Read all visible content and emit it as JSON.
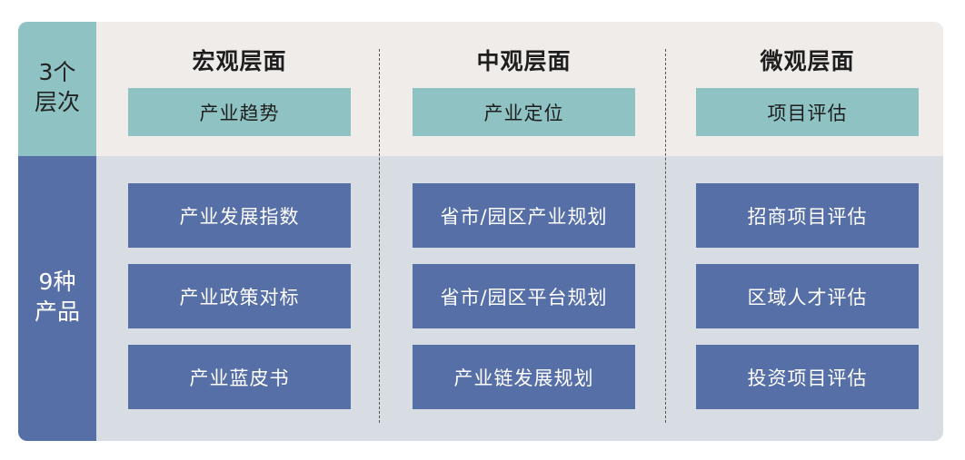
{
  "sidebar": {
    "levels_label_line1": "3个",
    "levels_label_line2": "层次",
    "products_label_line1": "9种",
    "products_label_line2": "产品"
  },
  "columns": [
    {
      "title": "宏观层面",
      "level": "产业趋势",
      "products": [
        "产业发展指数",
        "产业政策对标",
        "产业蓝皮书"
      ]
    },
    {
      "title": "中观层面",
      "level": "产业定位",
      "products": [
        "省市/园区产业规划",
        "省市/园区平台规划",
        "产业链发展规划"
      ]
    },
    {
      "title": "微观层面",
      "level": "项目评估",
      "products": [
        "招商项目评估",
        "区域人才评估",
        "投资项目评估"
      ]
    }
  ],
  "colors": {
    "teal": "#8fc2c3",
    "blue": "#576fa7",
    "top_bg": "#efecea",
    "bottom_bg": "#d7dde3"
  }
}
